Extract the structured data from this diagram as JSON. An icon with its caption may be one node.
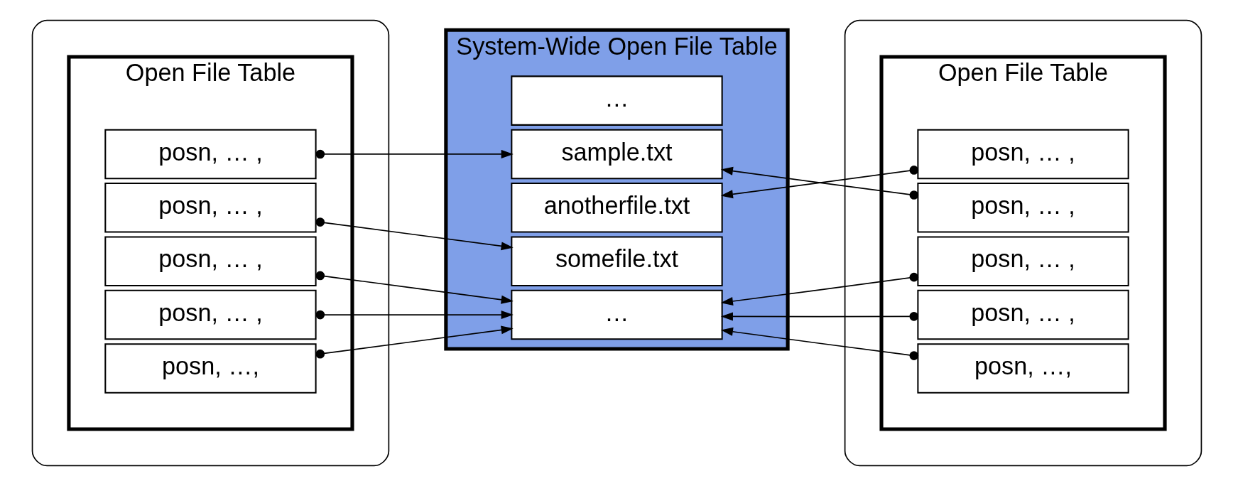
{
  "diagram": {
    "nodes": [
      {
        "text": [],
        "shape": "ellipse"
      },
      {
        "text": [
          "Open File Table"
        ],
        "in": 0
      },
      {
        "text": [
          "posn, …,"
        ],
        "in": 1
      },
      {
        "text": [
          "posn, … ,"
        ],
        "in": 1
      },
      {
        "text": [
          "posn, … ,"
        ],
        "in": 1
      },
      {
        "text": [
          "posn, … ,"
        ],
        "in": 1
      },
      {
        "text": [
          "posn, … ,"
        ],
        "in": 1
      },
      {
        "text": [
          "System-Wide Open File Table"
        ]
      },
      {
        "text": [
          "…"
        ],
        "in": 7
      },
      {
        "text": [
          "somefile.txt"
        ],
        "in": 7
      },
      {
        "text": [
          "anotherfile.txt"
        ],
        "in": 7
      },
      {
        "text": [
          "sample.txt"
        ],
        "in": 7
      },
      {
        "text": [
          "…"
        ],
        "in": 7
      },
      {
        "text": [],
        "shape": "ellipse"
      },
      {
        "text": [
          "Open File Table"
        ],
        "in": 13
      },
      {
        "text": [
          "posn, …,"
        ],
        "in": 14
      },
      {
        "text": [
          "posn, … ,"
        ],
        "in": 14
      },
      {
        "text": [
          "posn, … ,"
        ],
        "in": 14
      },
      {
        "text": [
          "posn, … ,"
        ],
        "in": 14
      },
      {
        "text": [
          "posn, … ,"
        ],
        "in": 14
      }
    ],
    "edges": [
      {
        "from": 2,
        "to": 8,
        "arrow": "to"
      },
      {
        "from": 3,
        "to": 8,
        "arrow": "to"
      },
      {
        "from": 4,
        "to": 8,
        "arrow": "to"
      },
      {
        "from": 5,
        "to": 9,
        "arrow": "to"
      },
      {
        "from": 6,
        "to": 11,
        "arrow": "to"
      },
      {
        "from": 15,
        "to": 8,
        "arrow": "to"
      },
      {
        "from": 16,
        "to": 8,
        "arrow": "to"
      },
      {
        "from": 17,
        "to": 8,
        "arrow": "to"
      },
      {
        "from": 18,
        "to": 11,
        "arrow": "to"
      },
      {
        "from": 19,
        "to": 10,
        "arrow": "to"
      }
    ]
  }
}
